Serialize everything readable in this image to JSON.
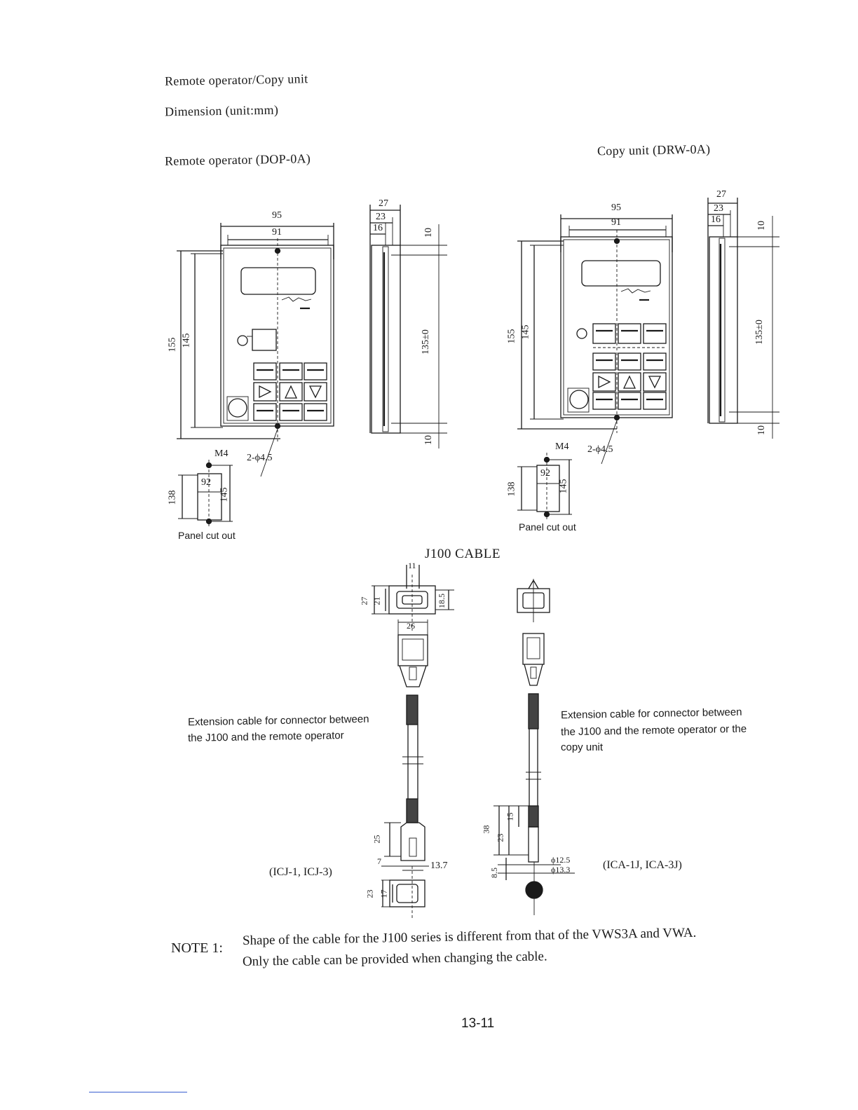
{
  "page": {
    "title": "Remote operator/Copy unit",
    "subtitle": "Dimension (unit:mm)",
    "page_number": "13-11"
  },
  "remote_operator": {
    "label": "Remote operator (DOP-0A)",
    "width_outer": "95",
    "width_inner": "91",
    "height_outer": "155",
    "height_inner": "145",
    "side_depth_total": "27",
    "side_depth_mid": "23",
    "side_depth_front": "16",
    "side_top_margin": "10",
    "side_height": "135±0",
    "side_bottom_margin": "10",
    "screw_label": "M4",
    "hole_label": "2-ϕ4.5",
    "cutout_width": "92",
    "cutout_height_outer": "145",
    "cutout_height_inner": "138",
    "cutout_label": "Panel cut out"
  },
  "copy_unit": {
    "label": "Copy unit (DRW-0A)",
    "width_outer": "95",
    "width_inner": "91",
    "height_outer": "155",
    "height_inner": "145",
    "side_depth_total": "27",
    "side_depth_mid": "23",
    "side_depth_front": "16",
    "side_top_margin": "10",
    "side_height": "135±0",
    "side_bottom_margin": "10",
    "screw_label": "M4",
    "hole_label": "2-ϕ4.5",
    "cutout_width": "92",
    "cutout_height_outer": "145",
    "cutout_height_inner": "138",
    "cutout_label": "Panel cut out"
  },
  "cable": {
    "title": "J100 CABLE",
    "dim_top_width": "11",
    "dim_27": "27",
    "dim_21": "21",
    "dim_18_5": "18.5",
    "dim_26": "26",
    "dim_25": "25",
    "dim_7": "7",
    "dim_13_7": "13.7",
    "dim_23_bottom": "23",
    "dim_17": "17",
    "dim_38": "38",
    "dim_23_right": "23",
    "dim_15": "15",
    "dim_8_5": "8.5",
    "dim_12_5": "ϕ12.5",
    "dim_13_3": "ϕ13.3",
    "left_desc_line1": "Extension cable for connector between",
    "left_desc_line2": "the J100 and the remote operator",
    "right_desc_line1": "Extension cable for connector between",
    "right_desc_line2": "the J100 and the remote operator or the",
    "right_desc_line3": "copy unit",
    "left_model": "(ICJ-1, ICJ-3)",
    "right_model": "(ICA-1J, ICA-3J)"
  },
  "note": {
    "label": "NOTE 1:",
    "line1": "Shape of the cable for the J100 series is different from that of the VWS3A and VWA.",
    "line2": "Only the cable can be provided when changing the cable."
  }
}
